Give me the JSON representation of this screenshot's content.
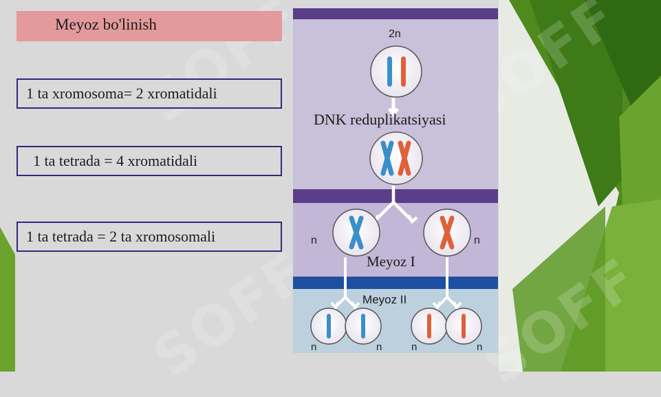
{
  "slide": {
    "title": "Meyoz bo'linish",
    "facts": [
      "1 ta xromosoma= 2 xromatidali",
      "1 ta tetrada = 4 xromatidali",
      "1 ta tetrada = 2 ta xromosomali"
    ]
  },
  "diagram": {
    "top_label": "2n",
    "replication_label": "DNK reduplikatsiyasi",
    "meiosis1_label": "Meyoz I",
    "meiosis2_label": "Meyoz II",
    "haploid_label": "n"
  },
  "watermark": "SOFF",
  "colors": {
    "chromosome_blue": "#3b8fc9",
    "chromosome_orange": "#e0603a",
    "band_purple": "#5a3e8a",
    "band_blue": "#1f4fa0",
    "accent_green": "#6aa32e"
  }
}
